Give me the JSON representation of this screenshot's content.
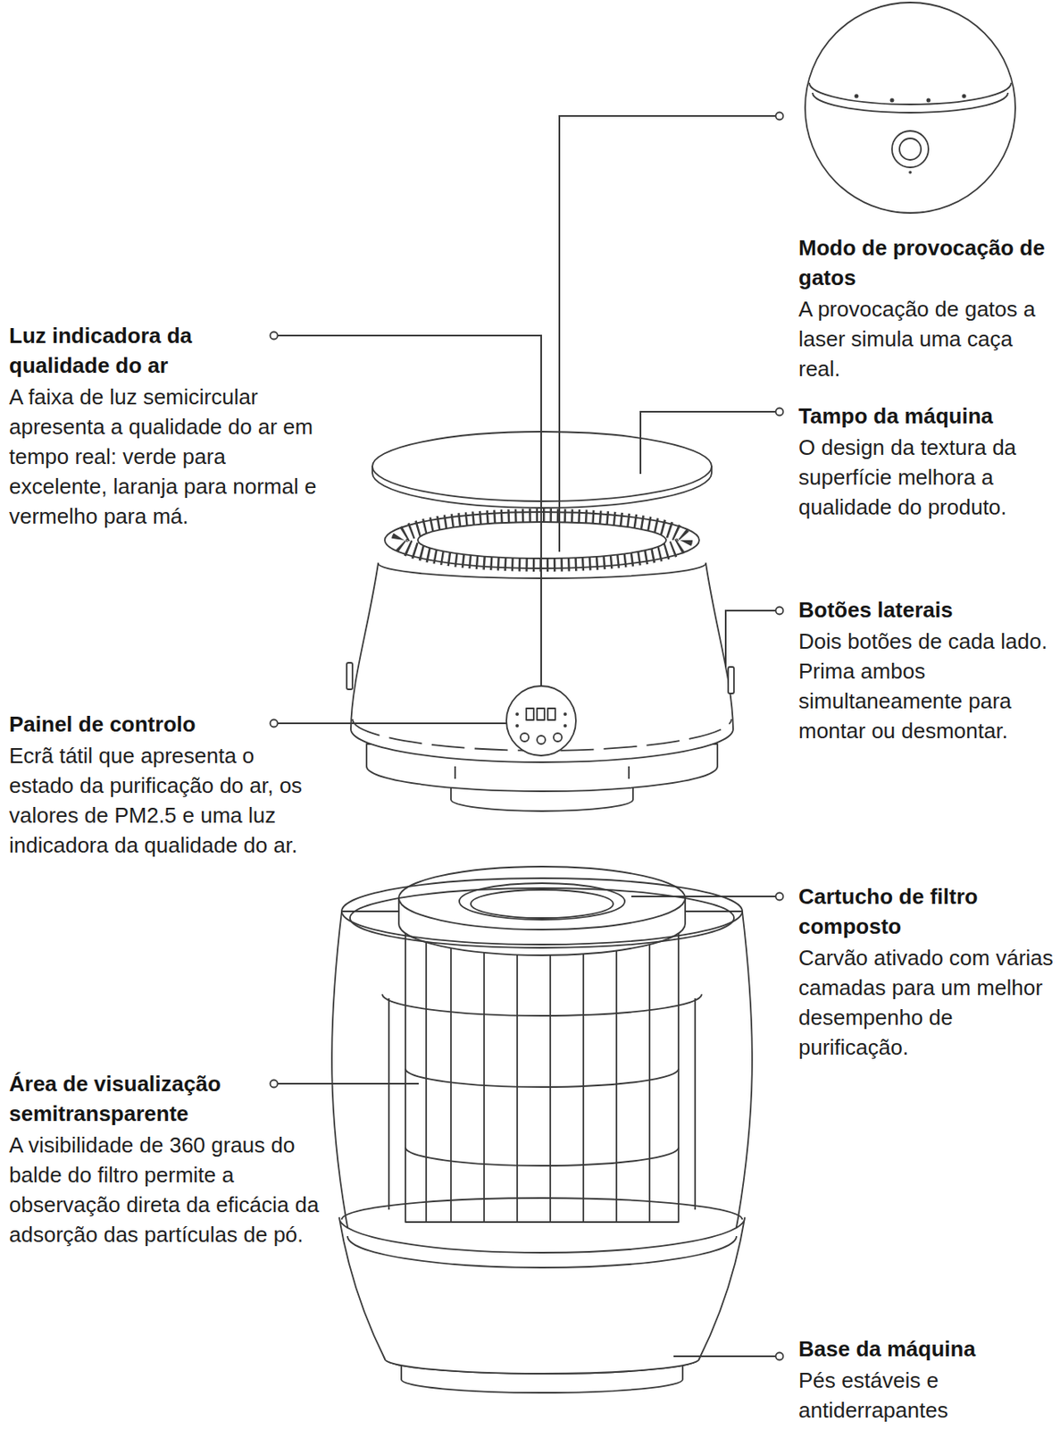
{
  "diagram": {
    "labels": [
      "Modo de provocação de gatos",
      "A provocação de gatos a laser simula uma caça real.",
      "Luz indicadora da qualidade do ar",
      "A faixa de luz semicircular apresenta a qualidade do ar em tempo real: verde para excelente, laranja para normal e vermelho para má.",
      "Tampo da máquina",
      "O design da textura da superfície melhora a qualidade do produto.",
      "Botões laterais",
      "Dois botões de cada lado. Prima ambos simultaneamente para montar ou desmontar.",
      "Painel de controlo",
      "Ecrã tátil que apresenta o estado da purificação do ar, os valores de PM2.5 e uma luz indicadora da qualidade do ar.",
      "Cartucho de filtro composto",
      "Carvão ativado com várias camadas para um melhor desempenho de purificação.",
      "Área de visualização semitransparente",
      "A visibilidade de 360 graus do balde do filtro permite a observação direta da eficácia da adsorção das partículas de pó.",
      "Base da máquina",
      "Pés estáveis e antiderrapantes"
    ]
  }
}
